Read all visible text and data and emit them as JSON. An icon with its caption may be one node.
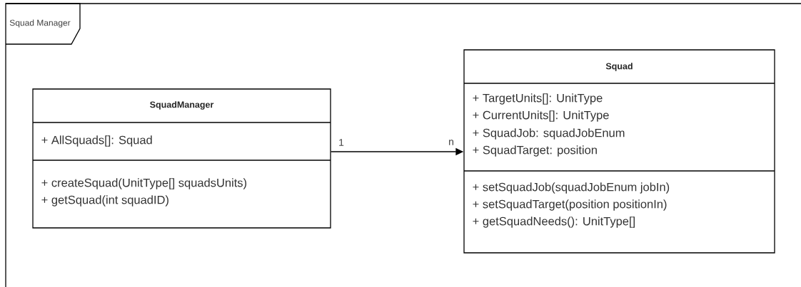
{
  "diagram": {
    "nodes": [
      {
        "text": [
          "Squad Manager"
        ]
      },
      {
        "text": [
          "SquadManager",
          "+ AllSquads[]: Squad",
          "+ createSquad(UnitType[] squadsUnits)",
          "+ getSquad(int squadID)"
        ],
        "in": 0
      },
      {
        "text": [
          "Squad",
          "+ TargetUnits[]: UnitType",
          "+ CurrentUnits[]: UnitType",
          "+ SquadJob: squadJobEnum",
          "+ SquadTarget: position",
          "+ setSquadJob(squadJobEnum jobIn)",
          "+ setSquadTarget(position positionIn)",
          "+ getSquadNeeds(): UnitType[]"
        ],
        "in": 0
      }
    ],
    "edges": [
      {
        "from": 1,
        "to": 2,
        "arrow": "to"
      }
    ],
    "labels": [
      "1",
      "n"
    ]
  }
}
